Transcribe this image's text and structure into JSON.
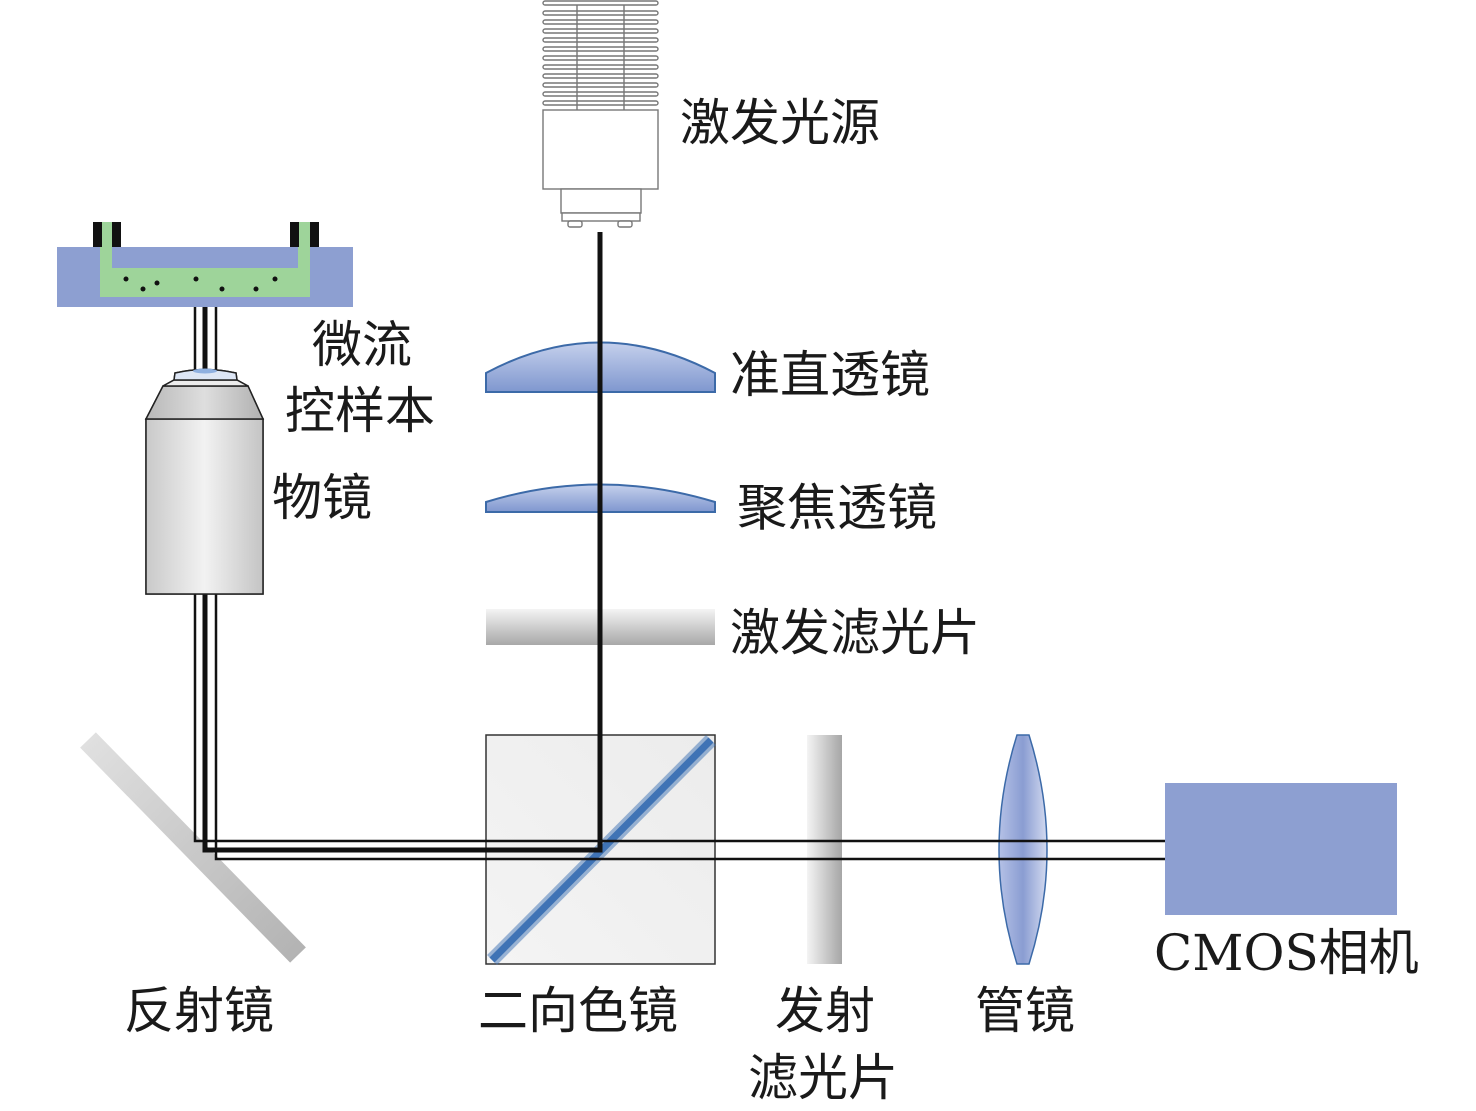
{
  "title": "Fluorescence microscopy optical path schematic",
  "labels": {
    "light_source": "激发光源",
    "collimating_lens": "准直透镜",
    "focusing_lens": "聚焦透镜",
    "excitation_filter": "激发滤光片",
    "microfluidic_sample_line1": "微流",
    "microfluidic_sample_line2": "控样本",
    "objective": "物镜",
    "mirror": "反射镜",
    "dichroic_mirror": "二向色镜",
    "emission_filter_line1": "发射",
    "emission_filter_line2": "滤光片",
    "tube_lens": "管镜",
    "camera": "CMOS相机"
  },
  "colors": {
    "camera_fill": "#8d9fd1",
    "chip_fill": "#8d9fd1",
    "channel_fill": "#9ed49a",
    "lens_fill": "#9aacd8",
    "lens_stroke": "#3c6aa8",
    "beam": "#111111",
    "dichroic_band": "#3f73b5"
  }
}
